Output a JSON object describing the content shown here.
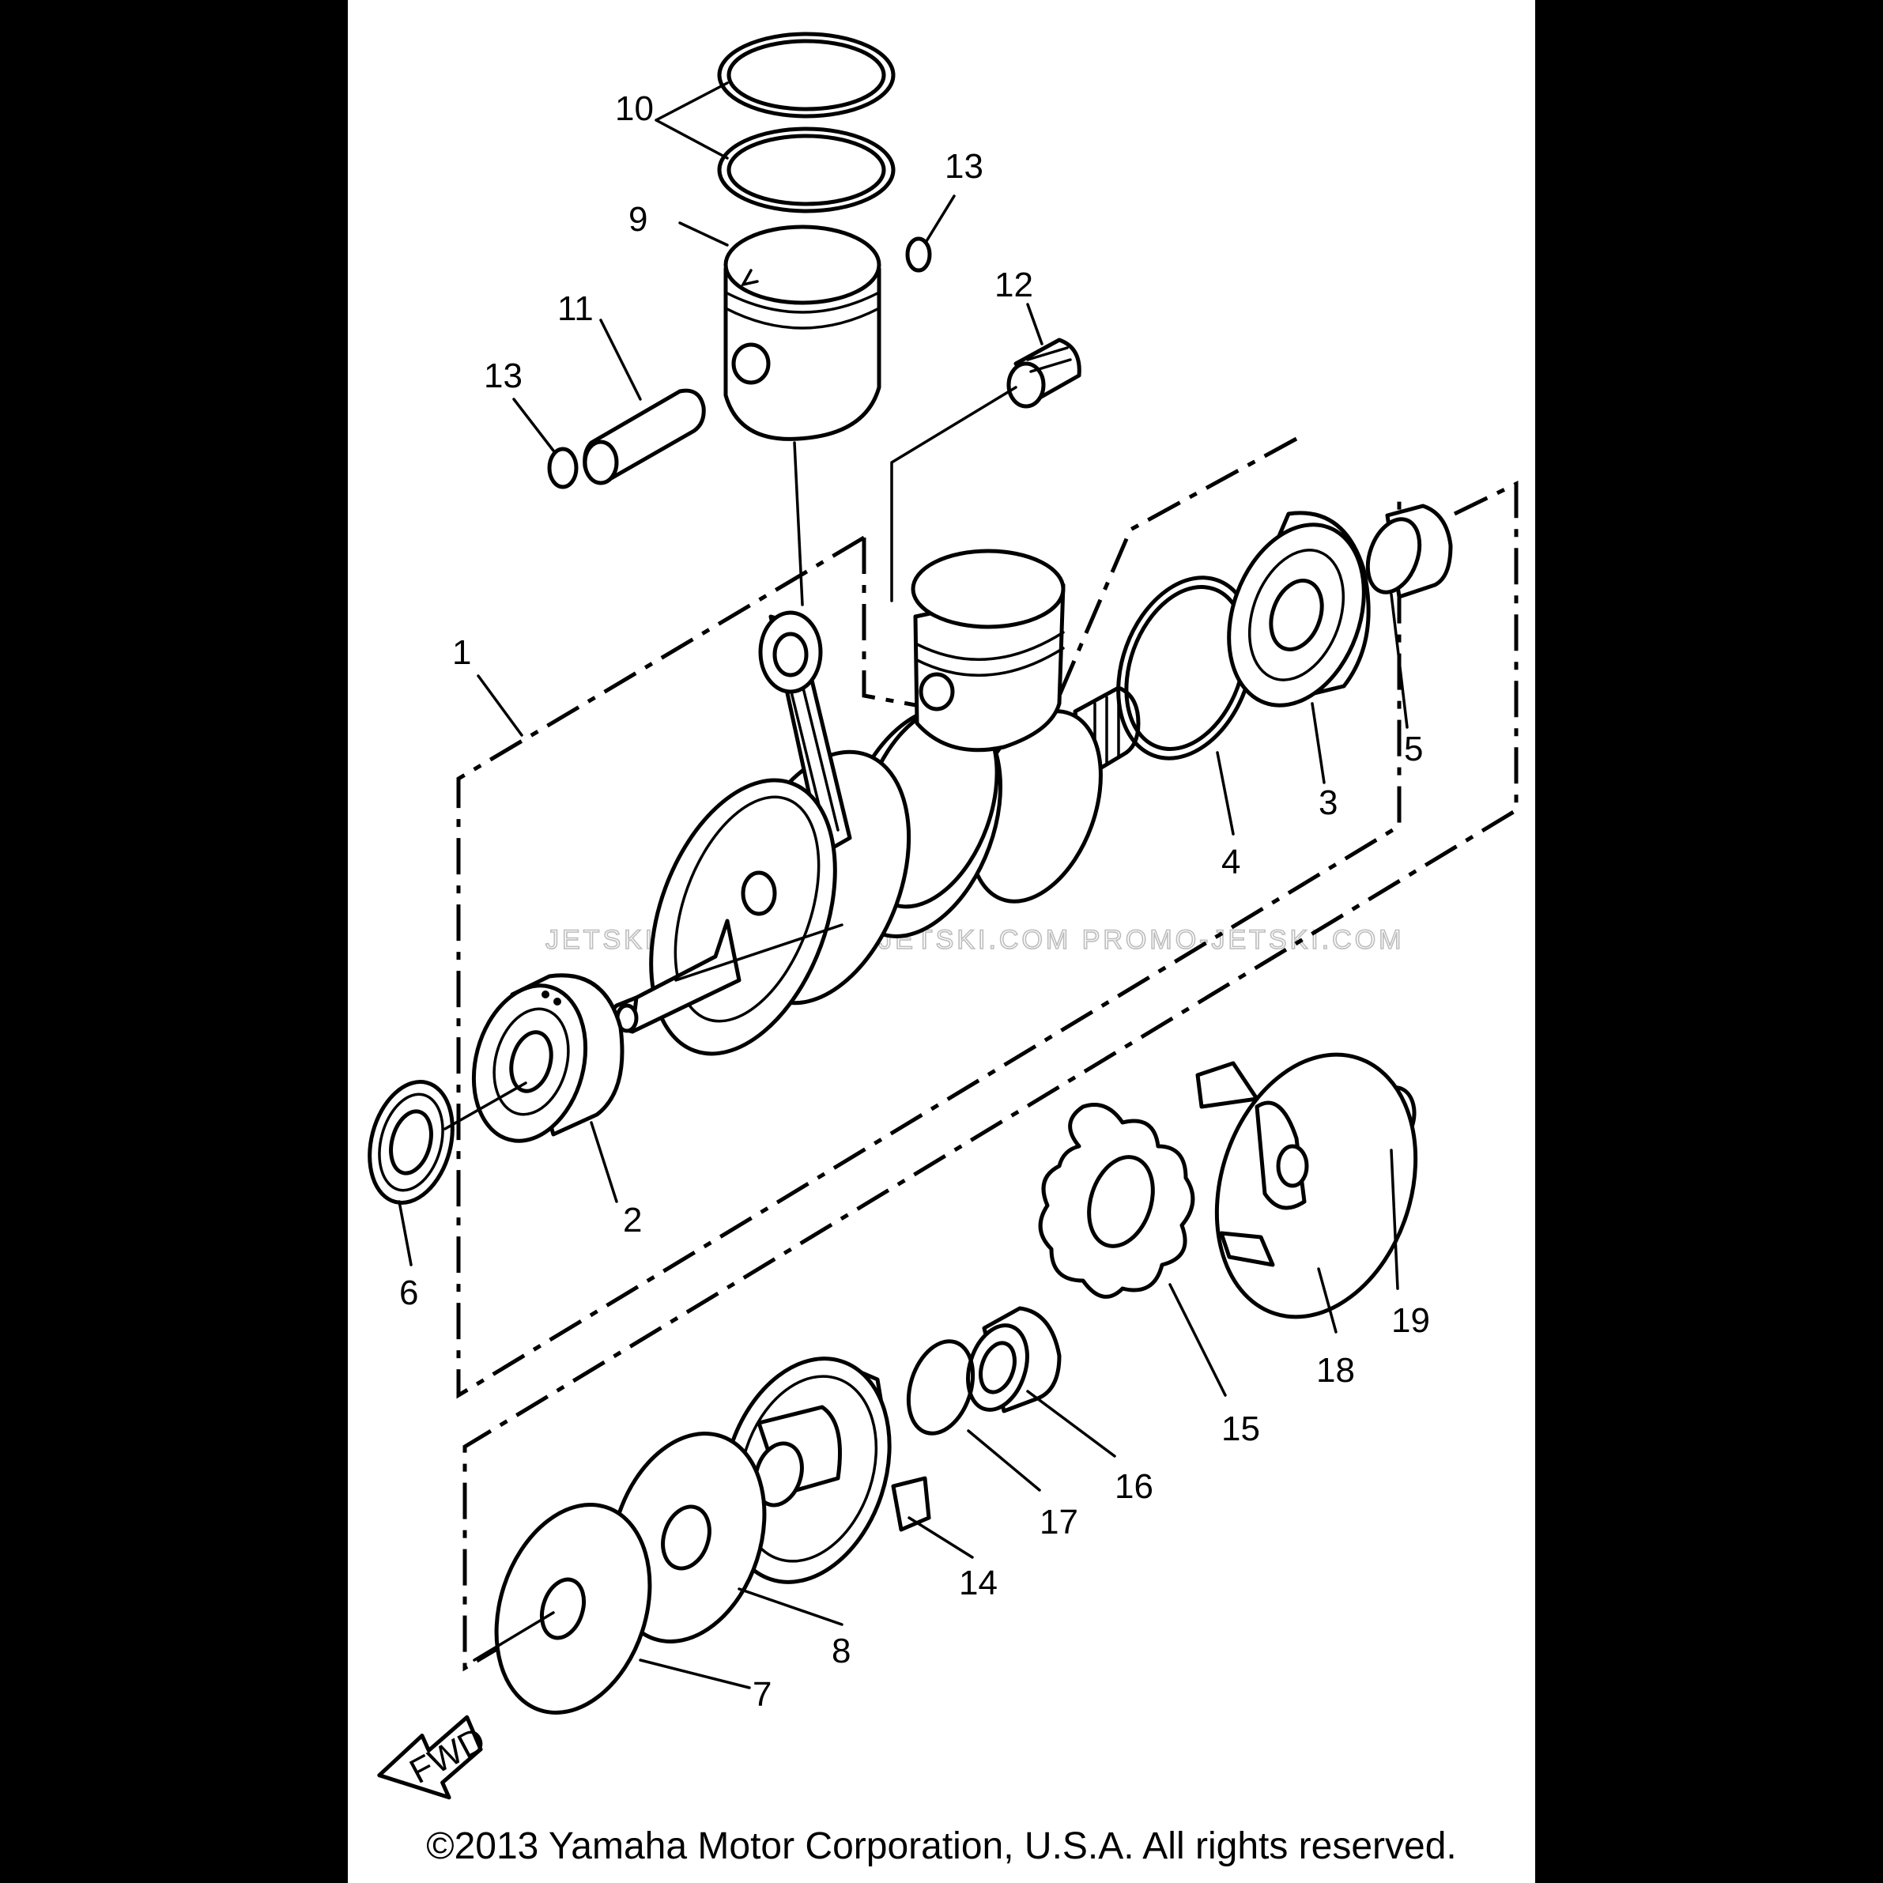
{
  "callouts": {
    "c1": "1",
    "c2": "2",
    "c3": "3",
    "c4": "4",
    "c5": "5",
    "c6": "6",
    "c7": "7",
    "c8": "8",
    "c9": "9",
    "c10": "10",
    "c11": "11",
    "c12": "12",
    "c13a": "13",
    "c13b": "13",
    "c14": "14",
    "c15": "15",
    "c16": "16",
    "c17": "17",
    "c18": "18",
    "c19": "19"
  },
  "fwd_label": "FWD",
  "watermark": "JETSKI.COM   PROMO-JETSKI.COM   PROMO-JETSKI.COM",
  "copyright": "©2013 Yamaha Motor Corporation, U.S.A. All rights reserved."
}
